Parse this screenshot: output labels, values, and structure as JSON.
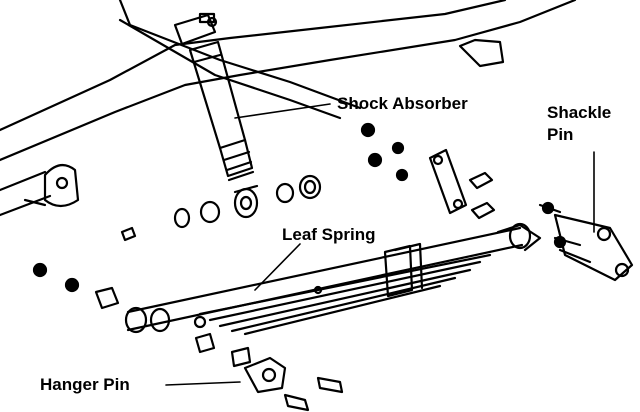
{
  "diagram": {
    "labels": {
      "shock_absorber": "Shock Absorber",
      "shackle_line1": "Shackle",
      "shackle_line2": "Pin",
      "leaf_spring": "Leaf Spring",
      "hanger_pin": "Hanger Pin"
    },
    "colors": {
      "ink": "#000000",
      "paper": "#ffffff"
    }
  }
}
